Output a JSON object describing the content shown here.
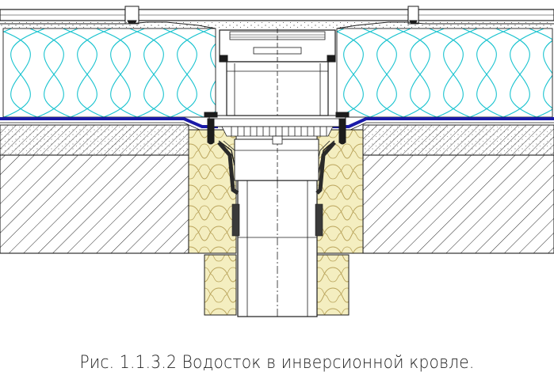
{
  "figure": {
    "caption": "Рис. 1.1.3.2 Водосток в инверсионной кровле."
  },
  "colors": {
    "insulation_lines": "#19c3cf",
    "membrane": "#1a1aa8",
    "mineral_wool": "#f4eec0",
    "mineral_wool_lines": "#b9a35a",
    "lines": "#1c1c1c",
    "background": "#ffffff"
  },
  "layers": [
    "paving-slabs",
    "xps-insulation",
    "waterproofing-membrane",
    "screed",
    "concrete-slab",
    "mineral-wool-fill",
    "drain-funnel",
    "drain-pipe"
  ]
}
